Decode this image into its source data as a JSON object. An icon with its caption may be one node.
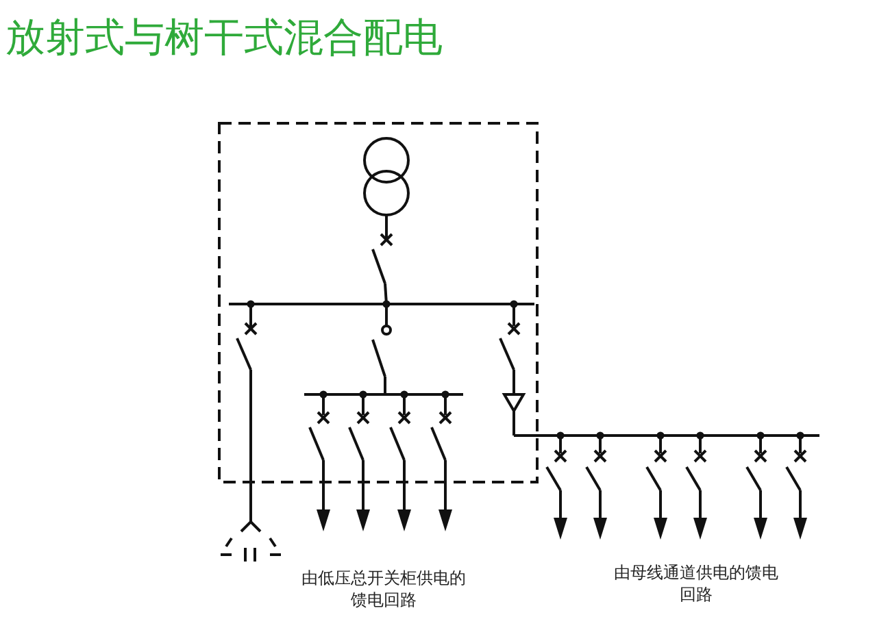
{
  "diagram": {
    "title": "放射式与树干式混合配电",
    "labels": [
      "由低压总开关柜供电的馈电回路",
      "由母线通道供电的馈电回路"
    ]
  }
}
